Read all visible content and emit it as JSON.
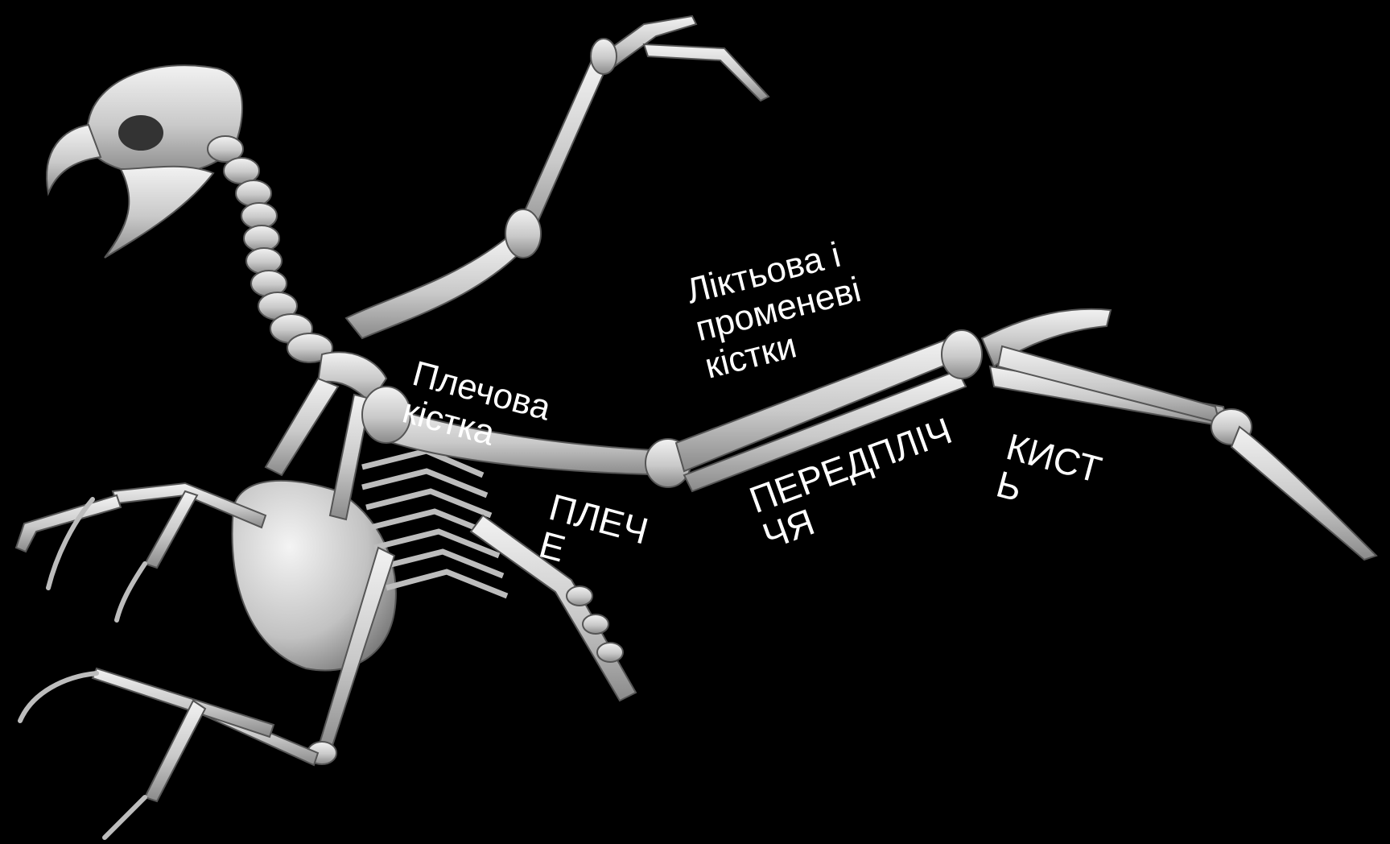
{
  "labels": {
    "shoulder_bone": "Плечова\nкістка",
    "ulna_radius": "Ліктьова і\nпроменеві\nкістки",
    "shoulder": "ПЛЕЧ\nЕ",
    "forearm": "ПЕРЕДПЛІЧ\nЧЯ",
    "hand": "КИСТ\nЬ"
  },
  "colors": {
    "background": "#000000",
    "bone": "#d6d6d6",
    "label": "#ffffff"
  }
}
